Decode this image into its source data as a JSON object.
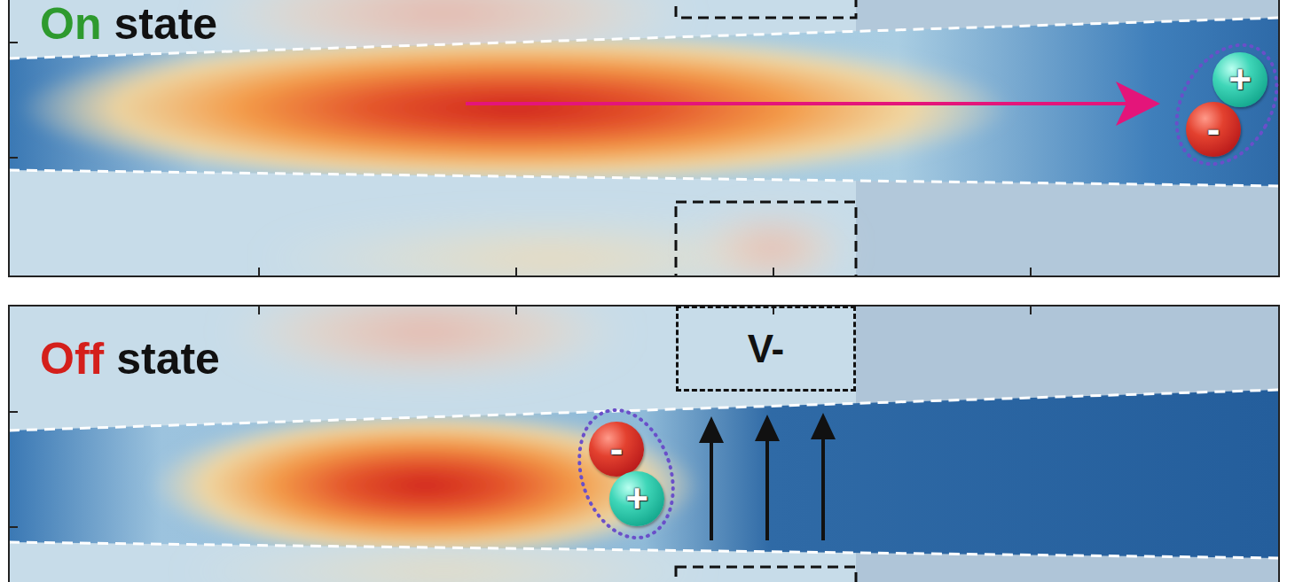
{
  "diagram": {
    "nodes": [
      {
        "text": [
          "+"
        ]
      },
      {
        "text": [
          "-"
        ]
      },
      {
        "text": [
          "V-"
        ]
      },
      {
        "text": [
          "-"
        ]
      },
      {
        "text": [
          "+"
        ]
      }
    ],
    "labels": [
      "On",
      "state",
      "Off",
      "state"
    ]
  }
}
